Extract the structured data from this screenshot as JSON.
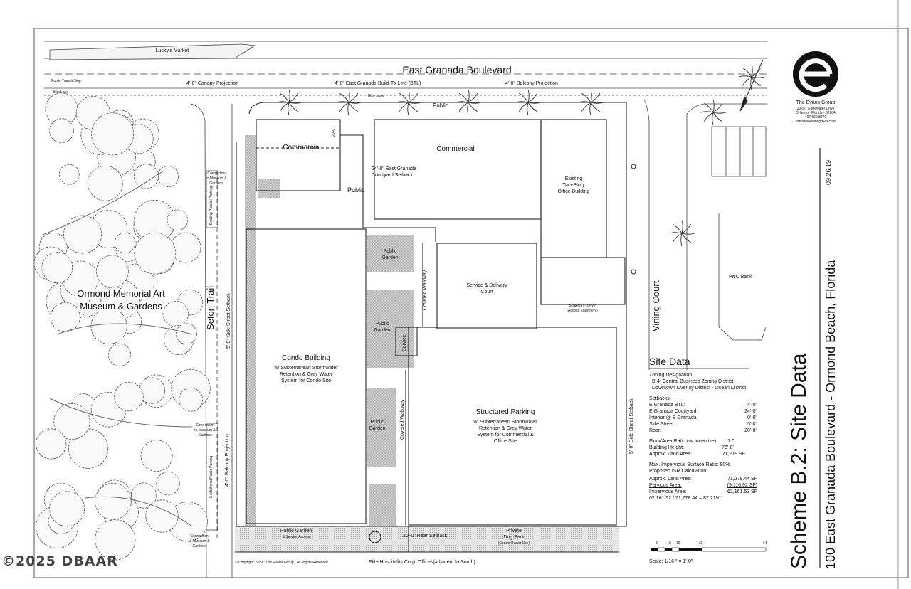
{
  "streets": {
    "boulevard": "East Granada Boulevard",
    "trail": "Seton Trail",
    "court": "Vining Court"
  },
  "labels": {
    "luckys_market": "Lucky's Market",
    "public_transit": "Public Transit Stop",
    "bike_lane_left": "Bike Lane",
    "bike_lane_right": "Bike Lane",
    "canopy_projection": "4'-0\" Canopy Projection",
    "btl": "4'-0\" East Granada Build-To-Line (BTL)",
    "balcony_projection_top": "4'-0\" Balcony Projection",
    "public_top": "Public",
    "commercial_left": "Commercial",
    "commercial_right": "Commercial",
    "dim_20": "20'-0\"",
    "courtyard_setback_1": "24'-0\"  East Granada",
    "courtyard_setback_2": "Courtyard Setback",
    "public_mid": "Public",
    "existing_office_1": "Existing",
    "existing_office_2": "Two-Story",
    "existing_office_3": "Office Building",
    "public_garden_1a": "Public",
    "public_garden_1b": "Garden",
    "public_garden_2a": "Public",
    "public_garden_2b": "Garden",
    "public_garden_3a": "Public",
    "public_garden_3b": "Garden",
    "service": "Service",
    "service_delivery_1": "Service & Delivery",
    "service_delivery_2": "Court",
    "covered_walkway_1": "Covered Walkway",
    "covered_walkway_2": "Covered Walkway",
    "shared_drive_1": "Shared (V) Drive",
    "shared_drive_2": "(Access Easement)",
    "condo_title": "Condo Building",
    "condo_1": "w/ Subterranean Stormwater",
    "condo_2": "Retention & Grey Water",
    "condo_3": "System for Condo Site",
    "parking_title": "Structured Parking",
    "parking_1": "w/ Subterranean Stormwater",
    "parking_2": "Retention & Grey Water",
    "parking_3": "System for Commercial &",
    "parking_4": "Office Site",
    "side_street_setback_left": "5'-0\" Side Street Setback",
    "side_street_setback_right": "5'-0\" Side Street Setback",
    "balcony_projection_left": "4'-0\" Balcony Projection",
    "connection_1a": "Connection",
    "connection_1b": "to Museum &",
    "connection_1c": "Gardens",
    "connection_2a": "Connection",
    "connection_2b": "to Museum &",
    "connection_2c": "Gardens",
    "connection_3a": "Connection",
    "connection_3b": "to Museum &",
    "connection_3c": "Gardens",
    "existing_public_parking": "Existing Parallel Parking",
    "additional_public_parking": "8 Additional Public Parking",
    "museum_1": "Ormond Memorial Art",
    "museum_2": "Museum & Gardens",
    "public_garden_bottom": "Public Garden",
    "service_access": "& Service Access",
    "rear_setback": "20'-0\" Rear Setback",
    "dog_park_1": "Private",
    "dog_park_2": "Dog Park",
    "dog_park_3": "(Condo Owner Use)",
    "elite": "Elite Hospitality Corp. Offices(adjacent to South)",
    "copyright": "© Copyright 2019 · The Evans Group · All Rights Reserved",
    "pnc": "PNC Bank",
    "watermark": "©2025 DBAAR"
  },
  "site_data": {
    "title": "Site Data",
    "zoning_label": "Zoning Designation:",
    "zoning_1": "B-4: Central Business Zoning District",
    "zoning_2": "Downtown Overlay District - Ocean District",
    "setbacks_label": "Setbacks:",
    "setbacks": [
      {
        "k": "E Granada BTL:",
        "v": "4'-0\""
      },
      {
        "k": "E Granada Courtyard:",
        "v": "24'-0\""
      },
      {
        "k": "Interior @ E Granada",
        "v": "0'-0\""
      },
      {
        "k": "Side Street:",
        "v": "5'-0\""
      },
      {
        "k": "Rear:",
        "v": "20'-0\""
      }
    ],
    "far": {
      "k": "Floor/Area Ratio (w/ incentive):",
      "v": "1.0"
    },
    "height": {
      "k": "Building Height:",
      "v": "75'-0\""
    },
    "land_area": {
      "k": "Approx. Land Area:",
      "v": "71,279 SF"
    },
    "max_impervious": "Max. Impervious Surface Ratio:  90%",
    "isr_label": "Proposed ISR Calculation:",
    "isr": [
      {
        "k": "Approx. Land Area:",
        "v": "71,278.44 SF"
      },
      {
        "k": "Pervious Area:",
        "v": "(9,116.92 SF)"
      },
      {
        "k": "Impervious Area:",
        "v": "62,161.52 SF"
      }
    ],
    "isr_result": "62,161.52 / 71,278.44 = 87.21%",
    "scale_ticks": [
      "0",
      "8",
      "16",
      "32",
      "64"
    ],
    "scale_text": "Scale: 1/16 \" = 1'-0\""
  },
  "title_block": {
    "company": "The Evans Group",
    "address_1": "3025 · Edgewater Drive",
    "address_2": "Orlando · Florida · 32804",
    "phone": "407.650.8770",
    "web": "www.theevansgroup.com",
    "date": "09.26.19",
    "scheme": "Scheme B.2: Site Data",
    "address": "100 East Granada Boulevard - Ormond Beach, Florida"
  },
  "colors": {
    "line": "#222222",
    "hatch": "#9a9a9a",
    "tree": "#555555"
  }
}
